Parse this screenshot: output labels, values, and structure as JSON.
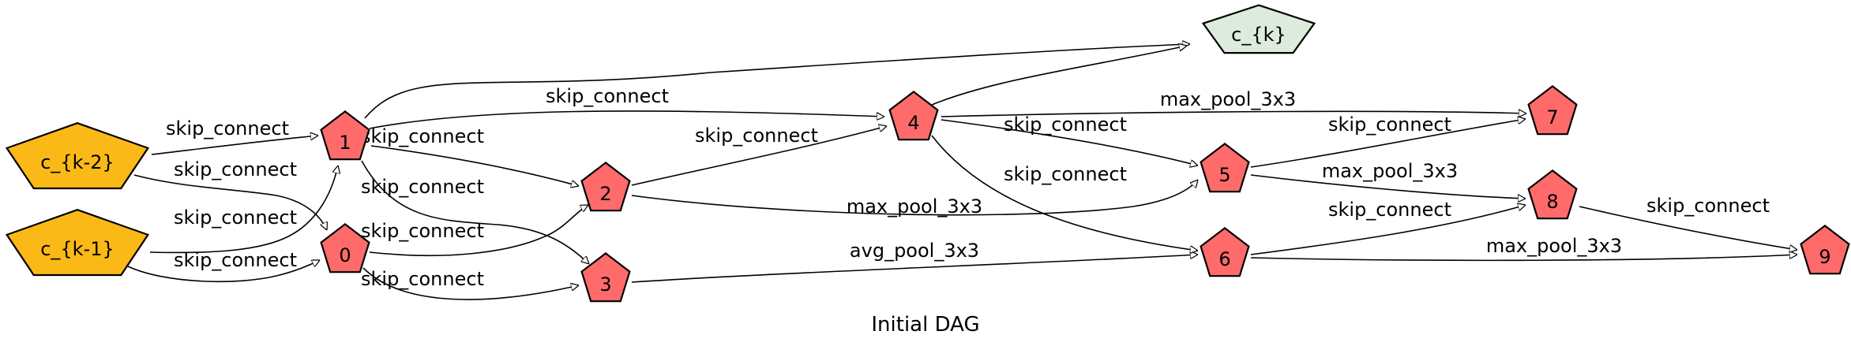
{
  "title": "Initial DAG",
  "colors": {
    "input_node": "#FBB917",
    "op_node": "#FF6B6B",
    "output_node": "#DCEBDC",
    "edge": "#000000"
  },
  "nodes": [
    {
      "id": "ck2",
      "label": "c_{k-2}",
      "kind": "input"
    },
    {
      "id": "ck1",
      "label": "c_{k-1}",
      "kind": "input"
    },
    {
      "id": "n0",
      "label": "0",
      "kind": "op"
    },
    {
      "id": "n1",
      "label": "1",
      "kind": "op"
    },
    {
      "id": "n2",
      "label": "2",
      "kind": "op"
    },
    {
      "id": "n3",
      "label": "3",
      "kind": "op"
    },
    {
      "id": "n4",
      "label": "4",
      "kind": "op"
    },
    {
      "id": "n5",
      "label": "5",
      "kind": "op"
    },
    {
      "id": "n6",
      "label": "6",
      "kind": "op"
    },
    {
      "id": "n7",
      "label": "7",
      "kind": "op"
    },
    {
      "id": "n8",
      "label": "8",
      "kind": "op"
    },
    {
      "id": "n9",
      "label": "9",
      "kind": "op"
    },
    {
      "id": "ck",
      "label": "c_{k}",
      "kind": "output"
    }
  ],
  "edges": [
    {
      "from": "ck2",
      "to": "n1",
      "label": "skip_connect"
    },
    {
      "from": "ck2",
      "to": "n0",
      "label": "skip_connect"
    },
    {
      "from": "ck1",
      "to": "n1",
      "label": "skip_connect"
    },
    {
      "from": "ck1",
      "to": "n0",
      "label": "skip_connect"
    },
    {
      "from": "n1",
      "to": "n4",
      "label": "skip_connect"
    },
    {
      "from": "n1",
      "to": "n2",
      "label": "skip_connect"
    },
    {
      "from": "n1",
      "to": "n3",
      "label": "skip_connect"
    },
    {
      "from": "n0",
      "to": "n2",
      "label": "skip_connect"
    },
    {
      "from": "n0",
      "to": "n3",
      "label": "skip_connect"
    },
    {
      "from": "n2",
      "to": "n4",
      "label": "skip_connect"
    },
    {
      "from": "n2",
      "to": "n5",
      "label": "max_pool_3x3"
    },
    {
      "from": "n3",
      "to": "n6",
      "label": "avg_pool_3x3"
    },
    {
      "from": "n4",
      "to": "n7",
      "label": "max_pool_3x3"
    },
    {
      "from": "n4",
      "to": "n5",
      "label": "skip_connect"
    },
    {
      "from": "n4",
      "to": "n6",
      "label": "skip_connect"
    },
    {
      "from": "n5",
      "to": "n7",
      "label": "skip_connect"
    },
    {
      "from": "n5",
      "to": "n8",
      "label": "max_pool_3x3"
    },
    {
      "from": "n6",
      "to": "n8",
      "label": "skip_connect"
    },
    {
      "from": "n6",
      "to": "n9",
      "label": "max_pool_3x3"
    },
    {
      "from": "n8",
      "to": "n9",
      "label": "skip_connect"
    },
    {
      "from": "n1",
      "to": "ck",
      "label": ""
    },
    {
      "from": "n4",
      "to": "ck",
      "label": ""
    }
  ]
}
